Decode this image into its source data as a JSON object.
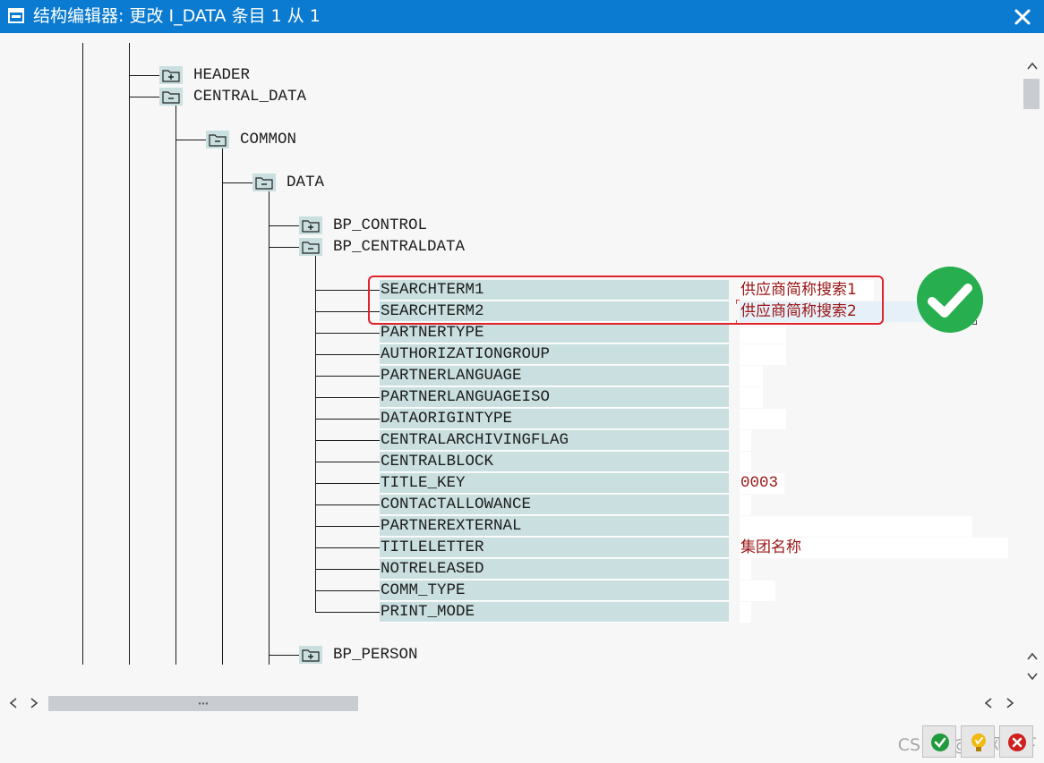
{
  "window": {
    "title": "结构编辑器: 更改 I_DATA 条目 1 从 1"
  },
  "tree": {
    "nodes": [
      {
        "label": "HEADER",
        "state": "collapsed"
      },
      {
        "label": "CENTRAL_DATA",
        "state": "expanded"
      },
      {
        "label": "COMMON",
        "state": "expanded"
      },
      {
        "label": "DATA",
        "state": "expanded"
      },
      {
        "label": "BP_CONTROL",
        "state": "collapsed"
      },
      {
        "label": "BP_CENTRALDATA",
        "state": "expanded"
      },
      {
        "label": "BP_PERSON",
        "state": "collapsed"
      }
    ],
    "fields": [
      {
        "name": "SEARCHTERM1",
        "value": "供应商简称搜索1"
      },
      {
        "name": "SEARCHTERM2",
        "value": "供应商简称搜索2"
      },
      {
        "name": "PARTNERTYPE",
        "value": ""
      },
      {
        "name": "AUTHORIZATIONGROUP",
        "value": ""
      },
      {
        "name": "PARTNERLANGUAGE",
        "value": ""
      },
      {
        "name": "PARTNERLANGUAGEISO",
        "value": ""
      },
      {
        "name": "DATAORIGINTYPE",
        "value": ""
      },
      {
        "name": "CENTRALARCHIVINGFLAG",
        "value": ""
      },
      {
        "name": "CENTRALBLOCK",
        "value": ""
      },
      {
        "name": "TITLE_KEY",
        "value": "0003"
      },
      {
        "name": "CONTACTALLOWANCE",
        "value": ""
      },
      {
        "name": "PARTNEREXTERNAL",
        "value": ""
      },
      {
        "name": "TITLELETTER",
        "value": "集团名称"
      },
      {
        "name": "NOTRELEASED",
        "value": ""
      },
      {
        "name": "COMM_TYPE",
        "value": ""
      },
      {
        "name": "PRINT_MODE",
        "value": ""
      }
    ]
  },
  "watermark": "CSDN @清风以下",
  "colors": {
    "titlebar": "#0a7bd0",
    "field_bg": "#c9dfe0",
    "value_text": "#9a1414",
    "highlight": "#e0242d",
    "ok_green": "#27ae4e"
  },
  "icons": {
    "title": "window-icon",
    "close": "close-icon",
    "collapsed_folder": "folder-plus-icon",
    "expanded_folder": "folder-minus-icon",
    "ok_badge": "checkmark-circle-icon",
    "footer": [
      "check-icon",
      "lightbulb-icon",
      "cancel-icon"
    ]
  }
}
